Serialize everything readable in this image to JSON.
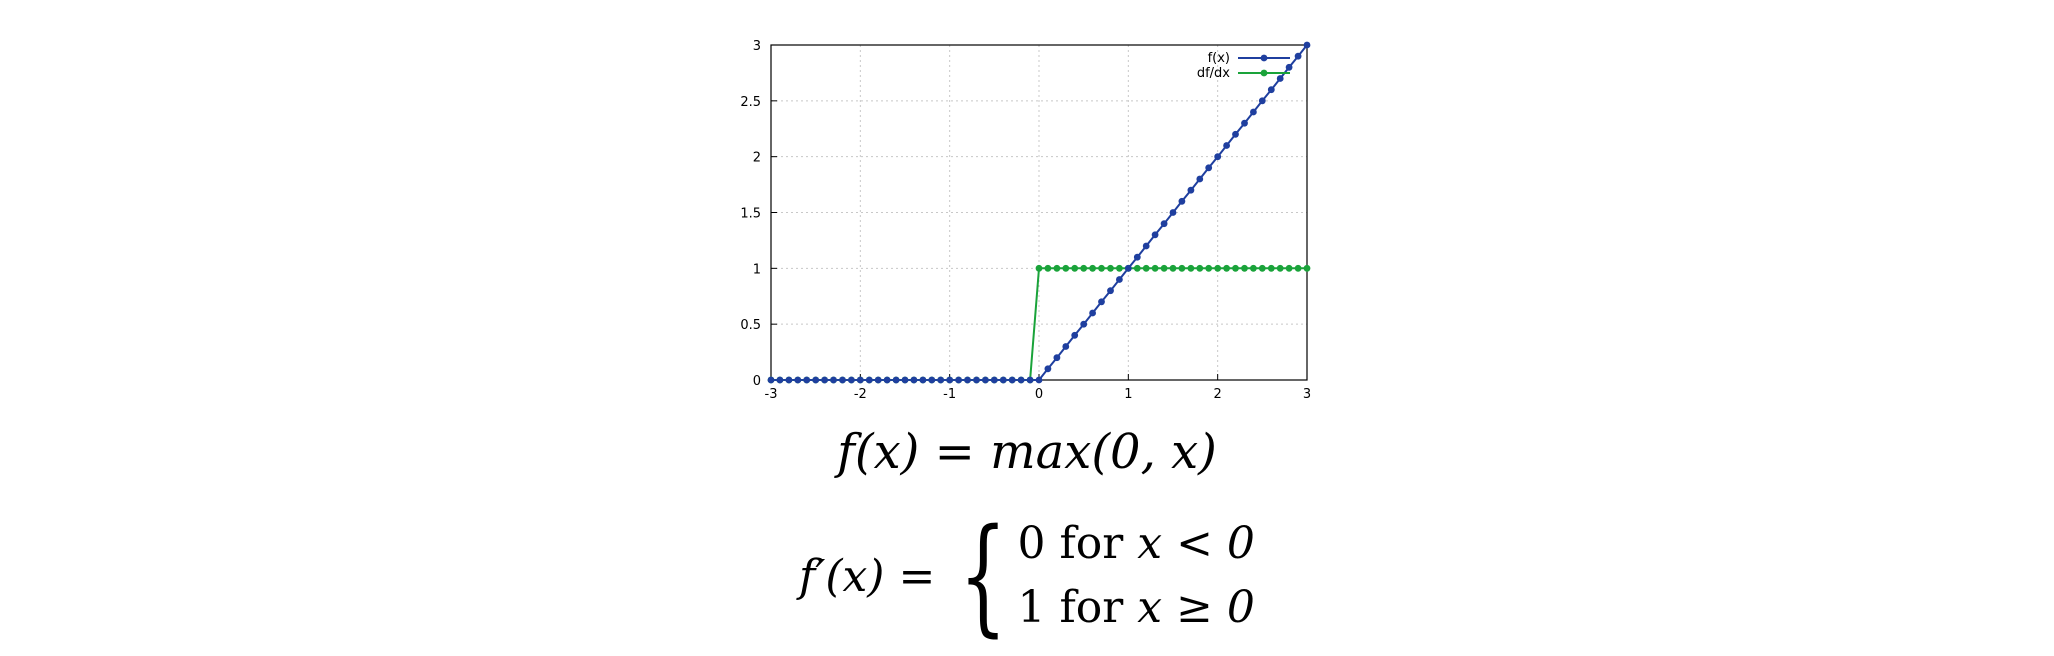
{
  "chart_data": {
    "type": "line",
    "xlim": [
      -3,
      3
    ],
    "ylim": [
      0,
      3
    ],
    "x_ticks": [
      "-3",
      "-2",
      "-1",
      "0",
      "1",
      "2",
      "3"
    ],
    "y_ticks": [
      "0",
      "0.5",
      "1",
      "1.5",
      "2",
      "2.5",
      "3"
    ],
    "grid": true,
    "legend_position": "top-right",
    "series": [
      {
        "name": "f(x)",
        "color": "#1f3f9f",
        "marker": "circle",
        "x": [
          -3.0,
          -2.9,
          -2.8,
          -2.7,
          -2.6,
          -2.5,
          -2.4,
          -2.3,
          -2.2,
          -2.1,
          -2.0,
          -1.9,
          -1.8,
          -1.7,
          -1.6,
          -1.5,
          -1.4,
          -1.3,
          -1.2,
          -1.1,
          -1.0,
          -0.9,
          -0.8,
          -0.7,
          -0.6,
          -0.5,
          -0.4,
          -0.3,
          -0.2,
          -0.1,
          0.0,
          0.1,
          0.2,
          0.3,
          0.4,
          0.5,
          0.6,
          0.7,
          0.8,
          0.9,
          1.0,
          1.1,
          1.2,
          1.3,
          1.4,
          1.5,
          1.6,
          1.7,
          1.8,
          1.9,
          2.0,
          2.1,
          2.2,
          2.3,
          2.4,
          2.5,
          2.6,
          2.7,
          2.8,
          2.9,
          3.0
        ],
        "y": [
          0,
          0,
          0,
          0,
          0,
          0,
          0,
          0,
          0,
          0,
          0,
          0,
          0,
          0,
          0,
          0,
          0,
          0,
          0,
          0,
          0,
          0,
          0,
          0,
          0,
          0,
          0,
          0,
          0,
          0,
          0,
          0.1,
          0.2,
          0.3,
          0.4,
          0.5,
          0.6,
          0.7,
          0.8,
          0.9,
          1.0,
          1.1,
          1.2,
          1.3,
          1.4,
          1.5,
          1.6,
          1.7,
          1.8,
          1.9,
          2.0,
          2.1,
          2.2,
          2.3,
          2.4,
          2.5,
          2.6,
          2.7,
          2.8,
          2.9,
          3.0
        ]
      },
      {
        "name": "df/dx",
        "color": "#1aa33a",
        "marker": "circle",
        "x": [
          -3.0,
          -2.9,
          -2.8,
          -2.7,
          -2.6,
          -2.5,
          -2.4,
          -2.3,
          -2.2,
          -2.1,
          -2.0,
          -1.9,
          -1.8,
          -1.7,
          -1.6,
          -1.5,
          -1.4,
          -1.3,
          -1.2,
          -1.1,
          -1.0,
          -0.9,
          -0.8,
          -0.7,
          -0.6,
          -0.5,
          -0.4,
          -0.3,
          -0.2,
          -0.1,
          0.0,
          0.1,
          0.2,
          0.3,
          0.4,
          0.5,
          0.6,
          0.7,
          0.8,
          0.9,
          1.0,
          1.1,
          1.2,
          1.3,
          1.4,
          1.5,
          1.6,
          1.7,
          1.8,
          1.9,
          2.0,
          2.1,
          2.2,
          2.3,
          2.4,
          2.5,
          2.6,
          2.7,
          2.8,
          2.9,
          3.0
        ],
        "y": [
          0,
          0,
          0,
          0,
          0,
          0,
          0,
          0,
          0,
          0,
          0,
          0,
          0,
          0,
          0,
          0,
          0,
          0,
          0,
          0,
          0,
          0,
          0,
          0,
          0,
          0,
          0,
          0,
          0,
          0,
          1,
          1,
          1,
          1,
          1,
          1,
          1,
          1,
          1,
          1,
          1,
          1,
          1,
          1,
          1,
          1,
          1,
          1,
          1,
          1,
          1,
          1,
          1,
          1,
          1,
          1,
          1,
          1,
          1,
          1,
          1
        ]
      }
    ]
  },
  "formulas": {
    "f": "f(x) = max(0, x)",
    "fprime_lhs": "f′(x) =",
    "case1_value": "0",
    "case1_text": " for ",
    "case1_cond": "x < 0",
    "case2_value": "1",
    "case2_text": " for ",
    "case2_cond": "x ≥ 0"
  }
}
